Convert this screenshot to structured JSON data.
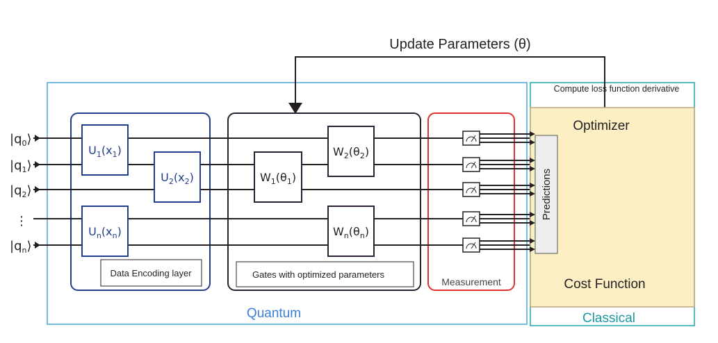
{
  "title_update": "Update Parameters (θ)",
  "label_compute": "Compute loss function derivative",
  "label_optimizer": "Optimizer",
  "label_cost": "Cost Function",
  "label_predictions": "Predictions",
  "label_quantum": "Quantum",
  "label_classical": "Classical",
  "label_measurement": "Measurement",
  "label_encoding": "Data Encoding layer",
  "label_gates": "Gates with optimized parameters",
  "qubits": [
    {
      "base": "q",
      "sub": "0"
    },
    {
      "base": "q",
      "sub": "1"
    },
    {
      "base": "q",
      "sub": "2"
    },
    {
      "base": "q",
      "sub": "n"
    }
  ],
  "vdots": "⋮",
  "encoding_gates": [
    {
      "name": "U",
      "idx": "1",
      "arg": "x",
      "argsub": "1"
    },
    {
      "name": "U",
      "idx": "2",
      "arg": "x",
      "argsub": "2"
    },
    {
      "name": "U",
      "idx": "n",
      "arg": "x",
      "argsub": "n"
    }
  ],
  "param_gates": [
    {
      "name": "W",
      "idx": "1",
      "arg": "θ",
      "argsub": "1"
    },
    {
      "name": "W",
      "idx": "2",
      "arg": "θ",
      "argsub": "2"
    },
    {
      "name": "W",
      "idx": "n",
      "arg": "θ",
      "argsub": "n"
    }
  ],
  "colors": {
    "quantum": "#4aa3d8",
    "classical": "#1aa3a8",
    "quantum_text": "#3a7fd5",
    "classical_text": "#1a9aa0",
    "encoding_border": "#1f3d8c",
    "gates_border": "#2b1f33",
    "measurement_border": "#e03030",
    "optimizer_fill": "#fcefc4",
    "optimizer_border": "#b8a882",
    "predictions_fill": "#eeeeee"
  }
}
